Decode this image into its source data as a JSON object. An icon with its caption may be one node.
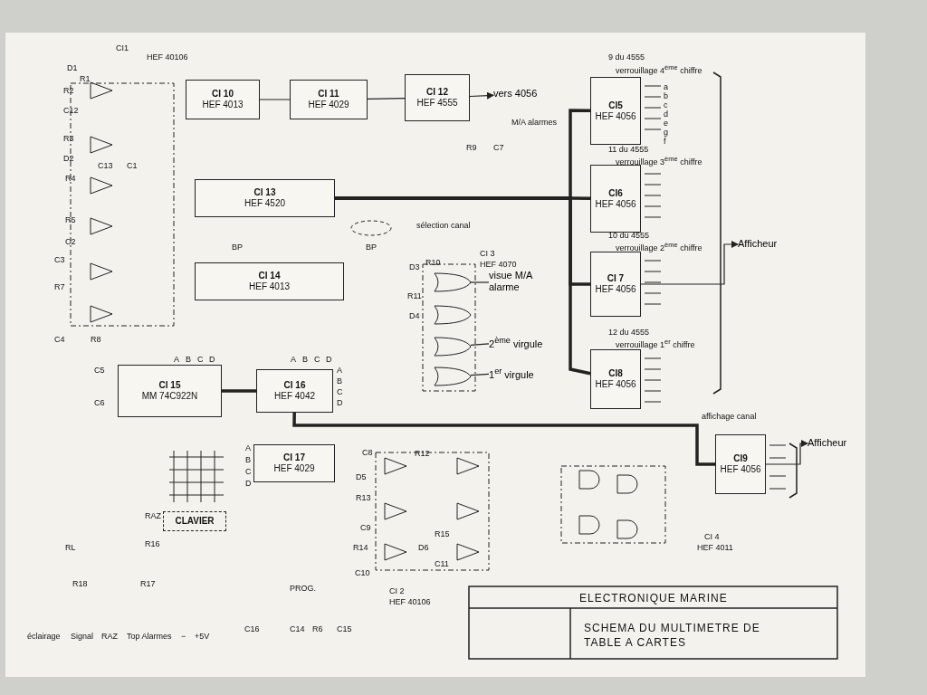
{
  "diagram": {
    "title": "SCHEMA DU MULTIMETRE DE TABLE A CARTES",
    "nodes": [
      {
        "text": [
          "CI 10",
          "HEF 4013"
        ]
      },
      {
        "text": [
          "CI 11",
          "HEF 4029"
        ]
      },
      {
        "text": [
          "CI 12",
          "HEF 4555"
        ]
      },
      {
        "text": [
          "CI 13",
          "HEF 4520"
        ]
      },
      {
        "text": [
          "CI 14",
          "HEF 4013"
        ]
      },
      {
        "text": [
          "CI 15",
          "MM 74C922N"
        ],
        "beside": [
          "A",
          "B",
          "C",
          "D"
        ]
      },
      {
        "text": [
          "CI 16",
          "HEF 4042"
        ],
        "beside": [
          "A",
          "B",
          "C",
          "D",
          "A",
          "B",
          "C",
          "D"
        ]
      },
      {
        "text": [
          "CI 17",
          "HEF 4029"
        ],
        "beside": [
          "A",
          "B",
          "C",
          "D"
        ]
      },
      {
        "text": [
          "CLAVIER"
        ]
      },
      {
        "text": [
          "CI5",
          "HEF 4056"
        ],
        "beside": [
          "9 du 4555",
          "verrouillage 4$^{ème}$ chiffre"
        ]
      },
      {
        "text": [
          "CI6",
          "HEF 4056"
        ],
        "beside": [
          "11 du 4555",
          "verrouillage 3$^{ème}$ chiffre"
        ]
      },
      {
        "text": [
          "CI 7",
          "HEF 4056"
        ],
        "beside": [
          "10 du 4555",
          "verrouillage 2$^{ème}$ chiffre"
        ]
      },
      {
        "text": [
          "CI8",
          "HEF 4056"
        ],
        "beside": [
          "12 du 4555",
          "verrouillage 1$^{er}$ chiffre"
        ]
      },
      {
        "text": [
          "CI9",
          "HEF 4056"
        ],
        "beside": [
          "affichage canal"
        ]
      },
      {
        "text": [
          "vers 4056"
        ]
      },
      {
        "text": [
          "Afficheur"
        ]
      },
      {
        "text": [
          "Afficheur"
        ]
      },
      {
        "text": [
          "visue M/A alarme"
        ]
      },
      {
        "text": [
          "2$^{ème}$ virgule"
        ]
      },
      {
        "text": [
          "1$^{er}$ virgule"
        ]
      },
      {
        "text": [],
        "shape": "gate"
      },
      {
        "text": [],
        "shape": "gate"
      },
      {
        "text": [],
        "shape": "gate"
      },
      {
        "text": [],
        "shape": "gate"
      }
    ],
    "edges": [
      {
        "from": 0,
        "to": 1,
        "arrow": "none"
      },
      {
        "from": 1,
        "to": 2,
        "arrow": "none"
      },
      {
        "from": 2,
        "to": 14,
        "arrow": "to"
      },
      {
        "from": 11,
        "to": 15,
        "arrow": "to"
      },
      {
        "from": 13,
        "to": 16,
        "arrow": "to"
      },
      {
        "from": 20,
        "to": 17,
        "arrow": "none"
      },
      {
        "from": 22,
        "to": 18,
        "arrow": "none"
      },
      {
        "from": 23,
        "to": 19,
        "arrow": "none"
      },
      {
        "from": 5,
        "to": 6,
        "arrow": "none",
        "style": "thick"
      },
      {
        "from": 6,
        "to": 13,
        "arrow": "none",
        "style": "thick"
      },
      {
        "from": 3,
        "to": 9,
        "arrow": "none",
        "style": "thick"
      },
      {
        "from": 3,
        "to": 10,
        "arrow": "none",
        "style": "thick"
      },
      {
        "from": 3,
        "to": 11,
        "arrow": "none",
        "style": "thick"
      },
      {
        "from": 3,
        "to": 12,
        "arrow": "none",
        "style": "thick"
      }
    ],
    "labels": [
      "CI1",
      "HEF 40106",
      "D1",
      "R1",
      "R2",
      "C12",
      "R3",
      "D2",
      "C13",
      "C1",
      "R4",
      "R5",
      "C2",
      "C3",
      "R7",
      "C4",
      "R8",
      "BP",
      "sélection canal",
      "M/A alarmes",
      "R9",
      "C7",
      "BP",
      "CI 3",
      "HEF 4070",
      "D3",
      "R10",
      "R11",
      "D4",
      "C5",
      "C6",
      "a",
      "b",
      "c",
      "d",
      "e",
      "g",
      "f",
      "C8",
      "R12",
      "D5",
      "R13",
      "C9",
      "R14",
      "C10",
      "R15",
      "D6",
      "C11",
      "CI 4",
      "HEF 4011",
      "CI 2",
      "HEF 40106",
      "RAZ",
      "R16",
      "R17",
      "RL",
      "R18",
      "PROG.",
      "C16",
      "C14",
      "R6",
      "C15",
      "éclairage",
      "Signal",
      "RAZ",
      "Top Alarmes",
      "−",
      "+5V",
      "ELECTRONIQUE MARINE"
    ]
  }
}
